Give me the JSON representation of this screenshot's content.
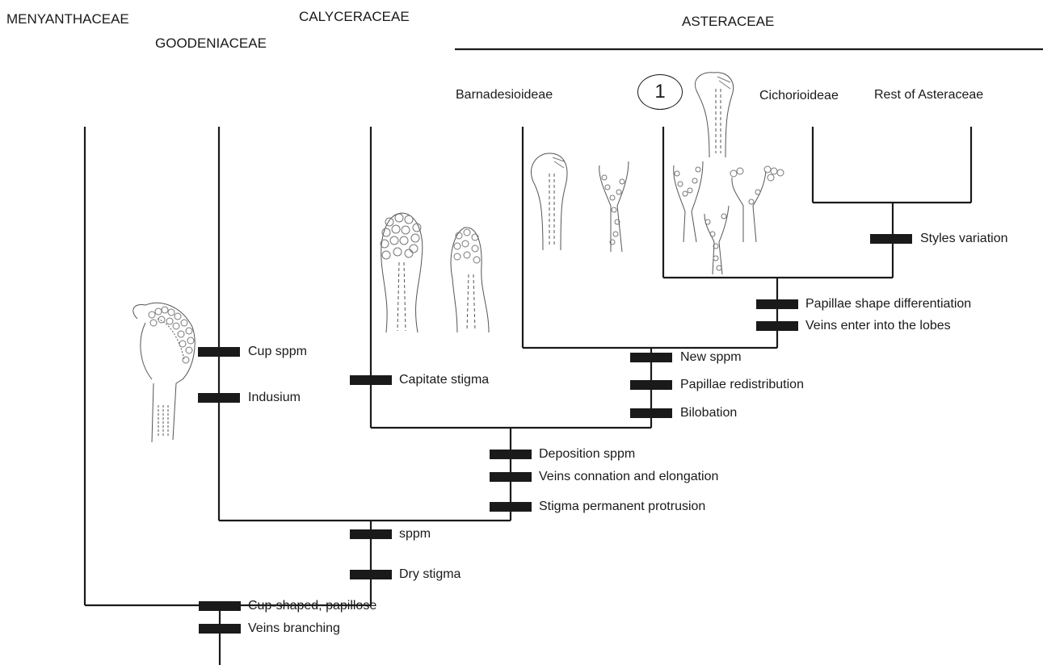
{
  "families": {
    "menyanthaceae": "MENYANTHACEAE",
    "goodeniaceae": "GOODENIACEAE",
    "calyceraceae": "CALYCERACEAE",
    "asteraceae": "ASTERACEAE"
  },
  "subfamilies": {
    "barnadesioideae": "Barnadesioideae",
    "cichorioideae": "Cichorioideae",
    "rest": "Rest of Asteraceae"
  },
  "figure_number": "1",
  "characters": {
    "cup_shaped": "Cup-shaped, papillose",
    "veins_branching": "Veins branching",
    "sppm": "sppm",
    "dry_stigma": "Dry stigma",
    "cup_sppm": "Cup sppm",
    "indusium": "Indusium",
    "deposition_sppm": "Deposition sppm",
    "veins_connation": "Veins connation and elongation",
    "stigma_protrusion": "Stigma permanent protrusion",
    "capitate_stigma": "Capitate stigma",
    "new_sppm": "New sppm",
    "papillae_redistribution": "Papillae redistribution",
    "bilobation": "Bilobation",
    "papillae_shape": "Papillae shape differentiation",
    "veins_lobes": "Veins enter into the lobes",
    "styles_variation": "Styles variation"
  },
  "colors": {
    "line": "#1a1a1a",
    "marker": "#1a1a1a",
    "sketch": "#555555"
  }
}
